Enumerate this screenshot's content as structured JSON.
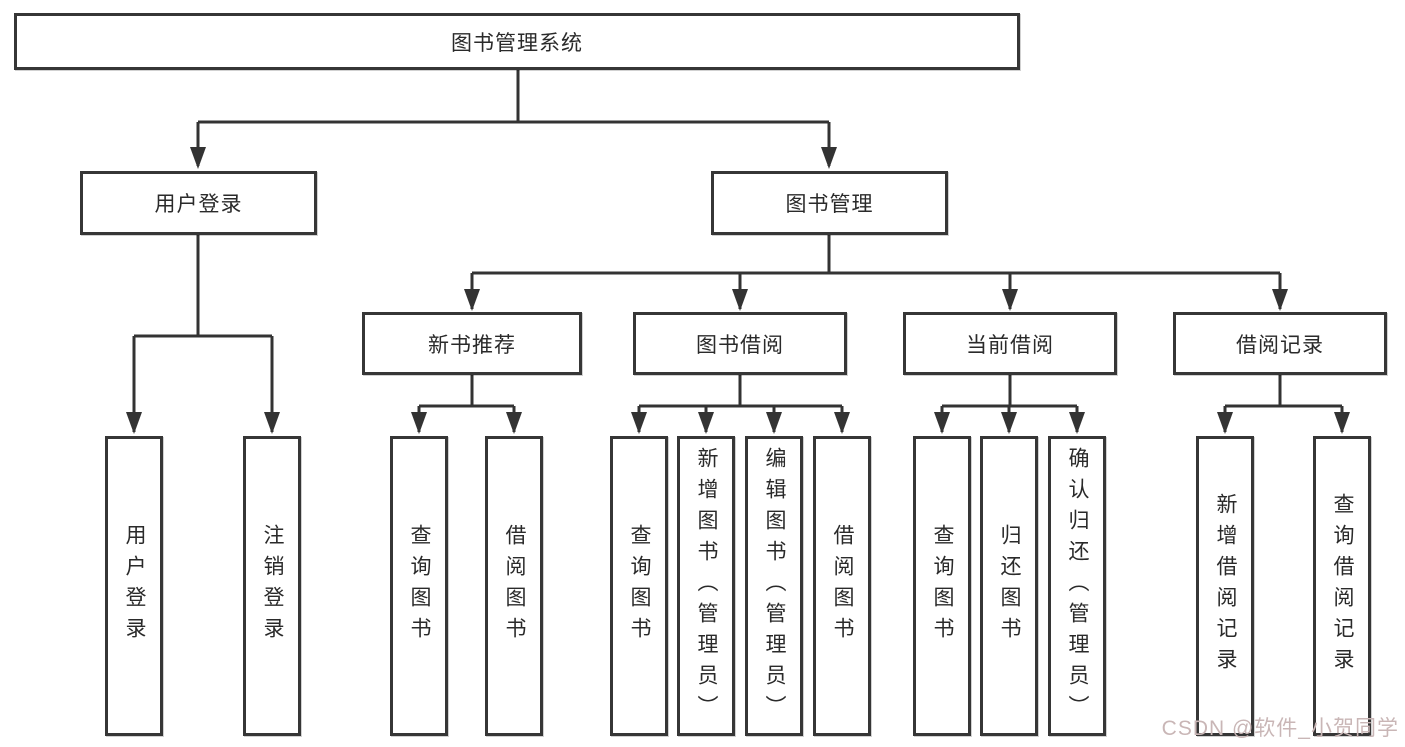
{
  "diagram": {
    "root": {
      "label": "图书管理系统"
    },
    "level2": [
      {
        "label": "用户登录",
        "children": [
          {
            "label": "用户登录"
          },
          {
            "label": "注销登录"
          }
        ]
      },
      {
        "label": "图书管理",
        "children": [
          {
            "label": "新书推荐",
            "children": [
              {
                "label": "查询图书"
              },
              {
                "label": "借阅图书"
              }
            ]
          },
          {
            "label": "图书借阅",
            "children": [
              {
                "label": "查询图书"
              },
              {
                "label": "新增图书（管理员）"
              },
              {
                "label": "编辑图书（管理员）"
              },
              {
                "label": "借阅图书"
              }
            ]
          },
          {
            "label": "当前借阅",
            "children": [
              {
                "label": "查询图书"
              },
              {
                "label": "归还图书"
              },
              {
                "label": "确认归还（管理员）"
              }
            ]
          },
          {
            "label": "借阅记录",
            "children": [
              {
                "label": "新增借阅记录"
              },
              {
                "label": "查询借阅记录"
              }
            ]
          }
        ]
      }
    ]
  },
  "watermark": {
    "text": "CSDN @软件_小贺同学",
    "color": "#c9b6b6"
  },
  "colors": {
    "line": "#333333",
    "box_border": "#363636",
    "text": "#2a2a2a",
    "background": "#ffffff"
  }
}
